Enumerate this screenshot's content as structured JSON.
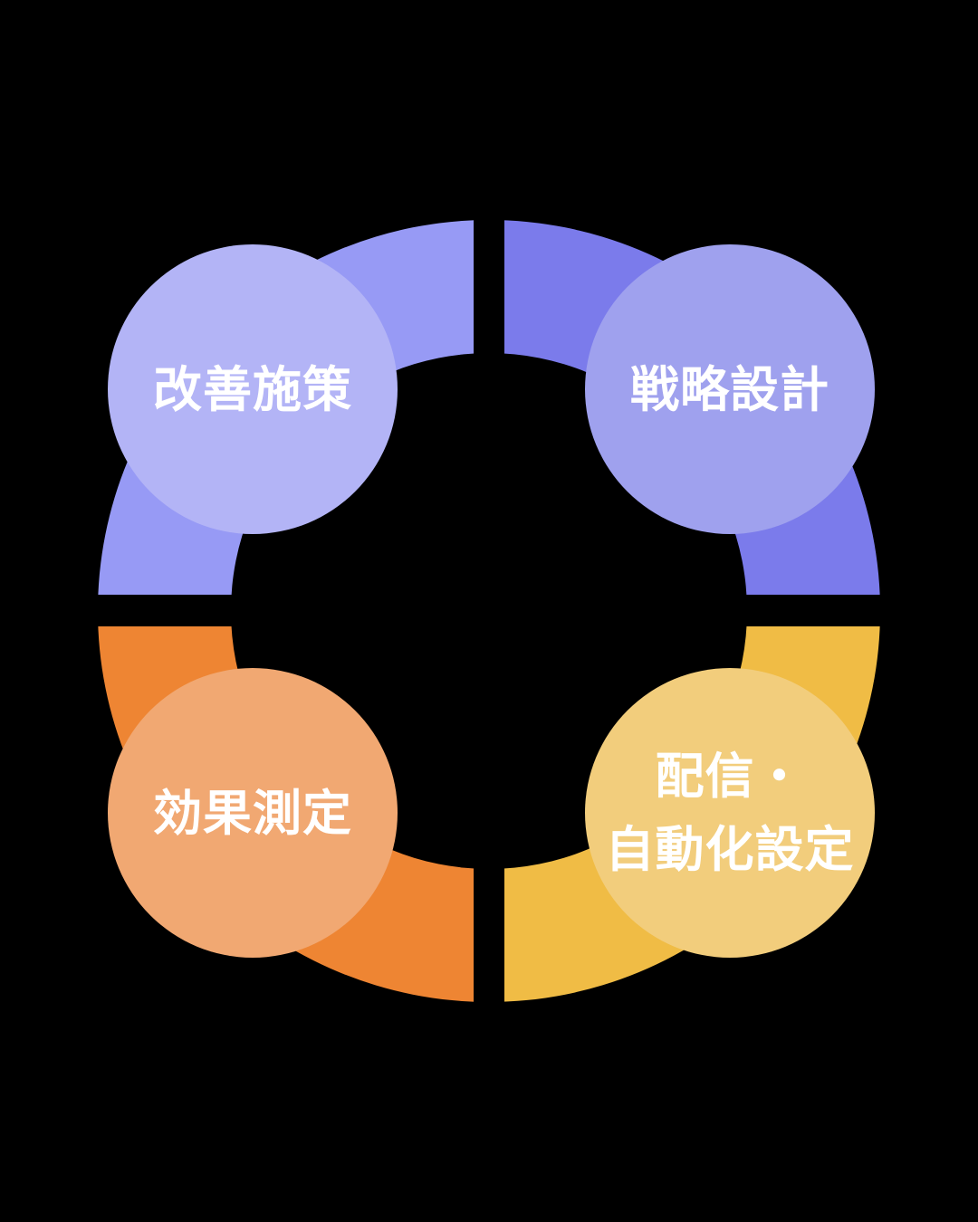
{
  "cycle": {
    "steps": [
      {
        "label": "戦略設計",
        "arc_color": "#7B7BEB",
        "circle_color": "#9FA1EE"
      },
      {
        "label": "配信・\n自動化設定",
        "arc_color": "#F0BC45",
        "circle_color": "#F2CD7C"
      },
      {
        "label": "効果測定",
        "arc_color": "#EE8533",
        "circle_color": "#F1A872"
      },
      {
        "label": "改善施策",
        "arc_color": "#979AF5",
        "circle_color": "#B3B4F6"
      }
    ],
    "background": "#000000"
  }
}
